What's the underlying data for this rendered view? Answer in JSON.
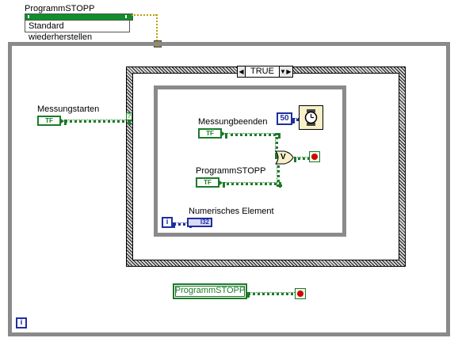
{
  "invoke_node": {
    "title": "ProgrammSTOPP",
    "method": "Standard wiederherstellen"
  },
  "case_structure": {
    "selector_value": "TRUE"
  },
  "labels": {
    "messung_starten": "Messungstarten",
    "messung_beenden": "Messungbeenden",
    "programm_stopp": "ProgrammSTOPP",
    "numerisches_element": "Numerisches Element"
  },
  "terminals": {
    "bool_text": "TF",
    "wait_constant": "50",
    "iteration": "i",
    "i32_type": "I32",
    "or_symbol": "V",
    "programm_stopp_control": "ProgrammSTOPP",
    "case_tunnel": "?"
  },
  "colors": {
    "boolean": "#1c7a2a",
    "numeric": "#1f2fa0",
    "loop_frame": "#8a8a8a",
    "stop_red": "#d40000"
  }
}
